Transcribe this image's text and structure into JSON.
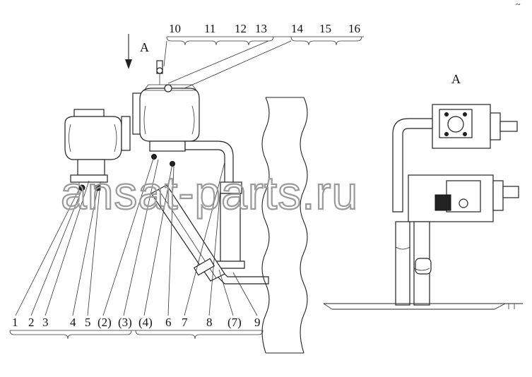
{
  "watermark": "ansat-parts.ru",
  "view_label_left": "A",
  "view_label_right": "A",
  "top_callouts": [
    "10",
    "11",
    "12",
    "13",
    "14",
    "15",
    "16"
  ],
  "bottom_callouts": [
    "1",
    "2",
    "3",
    "4",
    "5",
    "(2)",
    "(3)",
    "(4)",
    "6",
    "7",
    "8",
    "(7)",
    "9"
  ],
  "corner_mark": "~"
}
